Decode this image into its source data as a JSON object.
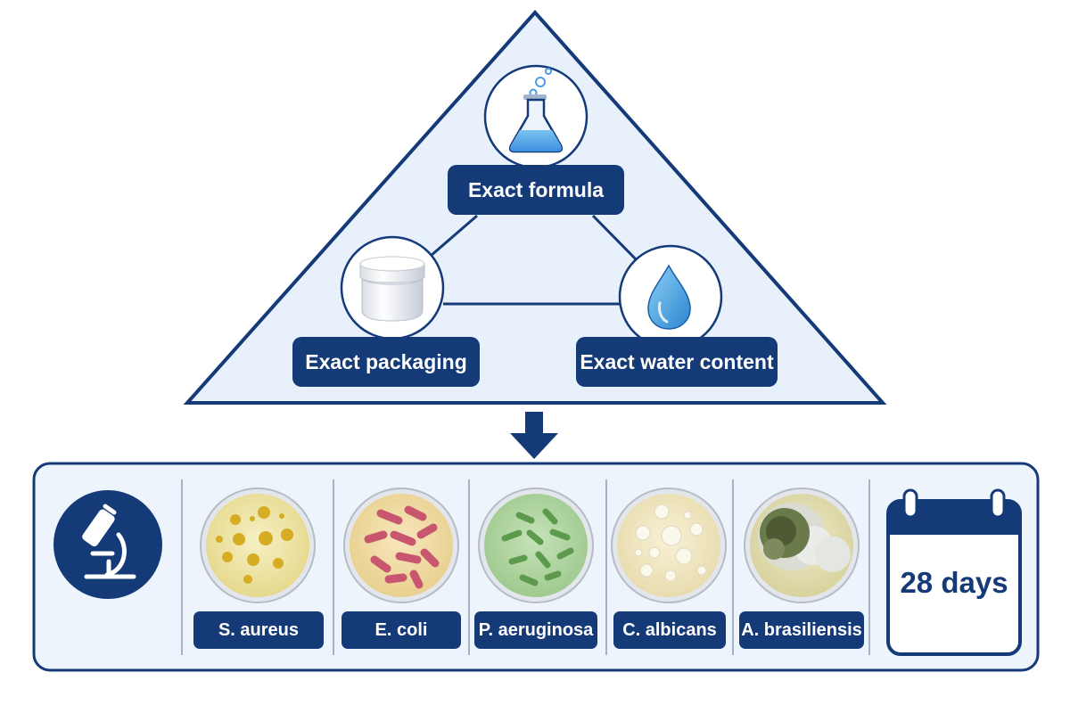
{
  "pyramid": {
    "top": {
      "label": "Exact formula",
      "icon": "flask-icon"
    },
    "left": {
      "label": "Exact packaging",
      "icon": "jar-icon"
    },
    "right": {
      "label": "Exact water content",
      "icon": "water-drop-icon"
    }
  },
  "arrow": {
    "icon": "down-arrow-icon"
  },
  "panel": {
    "leading_icon": "microscope-icon",
    "organisms": [
      {
        "label": "S. aureus",
        "icon": "petri-dish-icon"
      },
      {
        "label": "E. coli",
        "icon": "petri-dish-icon"
      },
      {
        "label": "P. aeruginosa",
        "icon": "petri-dish-icon"
      },
      {
        "label": "C. albicans",
        "icon": "petri-dish-icon"
      },
      {
        "label": "A. brasiliensis",
        "icon": "petri-dish-icon"
      }
    ],
    "duration": {
      "label": "28 days",
      "icon": "calendar-icon"
    }
  },
  "colors": {
    "navy": "#143a78",
    "pale_blue": "#e8f1fb",
    "panel_fill": "#eef4fb"
  }
}
